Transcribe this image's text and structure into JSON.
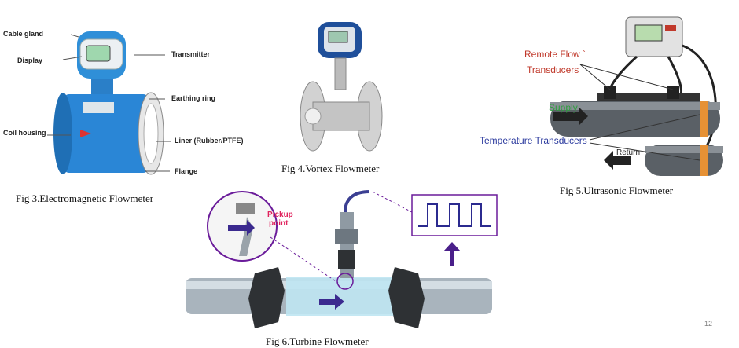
{
  "slide": {
    "page_number": "12"
  },
  "figures": {
    "electromagnetic": {
      "caption": "Fig 3.Electromagnetic Flowmeter",
      "labels": {
        "cable_gland": "Cable gland",
        "display": "Display",
        "coil_housing": "Coil housing",
        "transmitter": "Transmitter",
        "earthing_ring": "Earthing ring",
        "liner": "Liner (Rubber/PTFE)",
        "flange": "Flange"
      }
    },
    "vortex": {
      "caption": "Fig 4.Vortex Flowmeter"
    },
    "ultrasonic": {
      "caption": "Fig 5.Ultrasonic Flowmeter",
      "labels": {
        "remote_flow_1": "Remote Flow `",
        "remote_flow_2": "Transducers",
        "supply": "Supply",
        "temperature": "Temperature  Transducers",
        "return": "Return"
      },
      "colors": {
        "remote": "#c0392b",
        "supply": "#2e9e3e",
        "temperature": "#2b3a9e"
      }
    },
    "turbine": {
      "caption": "Fig 6.Turbine Flowmeter",
      "labels": {
        "pickup_1": "Pickup",
        "pickup_2": "point"
      },
      "colors": {
        "accent": "#6a1b9a",
        "pickup": "#e0245e"
      }
    }
  }
}
